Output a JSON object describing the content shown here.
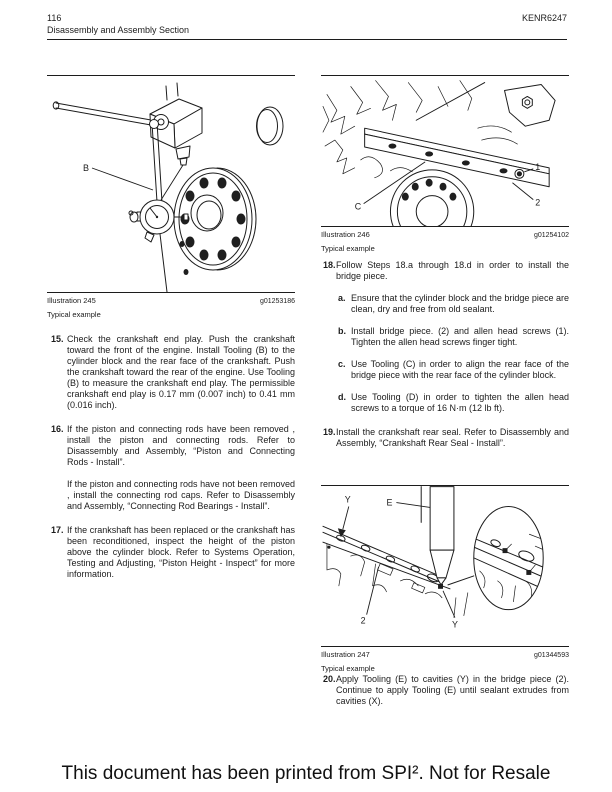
{
  "header": {
    "page_number": "116",
    "section_title": "Disassembly and Assembly Section",
    "document_code": "KENR6247"
  },
  "figures": {
    "f245": {
      "label": "Illustration 245",
      "gcode": "g01253186",
      "caption": "Typical example",
      "callouts": {
        "b": "B"
      }
    },
    "f246": {
      "label": "Illustration 246",
      "gcode": "g01254102",
      "caption": "Typical example",
      "callouts": {
        "c": "C",
        "n1": "1",
        "n2": "2"
      }
    },
    "f247": {
      "label": "Illustration 247",
      "gcode": "g01344593",
      "caption": "Typical example",
      "callouts": {
        "e": "E",
        "y_top": "Y",
        "y_bottom": "Y",
        "n2": "2"
      }
    }
  },
  "steps": {
    "s15": {
      "num": "15.",
      "text": "Check the crankshaft end play. Push the crankshaft toward the front of the engine. Install Tooling (B) to the cylinder block and the rear face of the crankshaft. Push the crankshaft toward the rear of the engine. Use Tooling (B) to measure the crankshaft end play. The permissible crankshaft end play is 0.17 mm (0.007 inch) to 0.41 mm (0.016 inch)."
    },
    "s16": {
      "num": "16.",
      "p1": "If the piston and connecting rods have been removed , install the piston and connecting rods. Refer to Disassembly and Assembly, “Piston and Connecting Rods - Install”.",
      "p2": "If the piston and connecting rods have not been removed , install the connecting rod caps. Refer to Disassembly and Assembly, “Connecting Rod Bearings - Install”."
    },
    "s17": {
      "num": "17.",
      "text": "If the crankshaft has been replaced or the crankshaft has been reconditioned, inspect the height of the piston above the cylinder block. Refer to Systems Operation, Testing and Adjusting, “Piston Height - Inspect” for more information."
    },
    "s18": {
      "num": "18.",
      "text": "Follow Steps 18.a through 18.d in order to install the bridge piece.",
      "a": {
        "letter": "a.",
        "text": "Ensure that the cylinder block and the bridge piece are clean, dry and free from old sealant."
      },
      "b": {
        "letter": "b.",
        "text": "Install bridge piece. (2) and allen head screws (1). Tighten the allen head screws finger tight."
      },
      "c": {
        "letter": "c.",
        "text": "Use Tooling (C) in order to align the rear face of the bridge piece with the rear face of the cylinder block."
      },
      "d": {
        "letter": "d.",
        "text": "Use Tooling (D) in order to tighten the allen head screws to a torque of 16 N·m (12 lb ft)."
      }
    },
    "s19": {
      "num": "19.",
      "text": "Install the crankshaft rear seal. Refer to Disassembly and Assembly, “Crankshaft Rear Seal - Install”."
    },
    "s20": {
      "num": "20.",
      "text": "Apply Tooling (E) to cavities (Y) in the bridge piece (2). Continue to apply Tooling (E) until sealant extrudes from cavities (X)."
    }
  },
  "footer": {
    "text": "This document has been printed from SPI². Not for Resale"
  }
}
